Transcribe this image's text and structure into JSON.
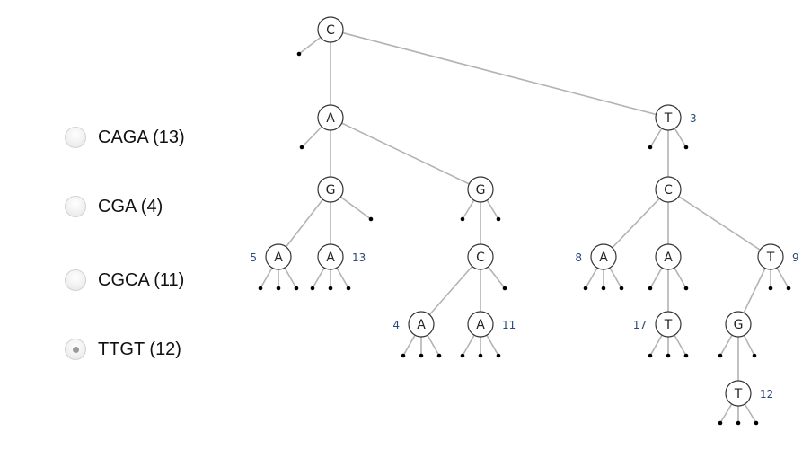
{
  "options": [
    {
      "label": "CAGA (13)",
      "selected": false
    },
    {
      "label": "CGA (4)",
      "selected": false
    },
    {
      "label": "CGCA (11)",
      "selected": false
    },
    {
      "label": "TTGT (12)",
      "selected": true
    }
  ],
  "tree": {
    "nodes": [
      {
        "id": "n0",
        "letter": "C"
      },
      {
        "id": "n1",
        "letter": "A",
        "parent": "n0"
      },
      {
        "id": "n2",
        "letter": "T",
        "parent": "n0",
        "count": "3"
      },
      {
        "id": "n3",
        "letter": "G",
        "parent": "n1"
      },
      {
        "id": "n4",
        "letter": "G",
        "parent": "n1"
      },
      {
        "id": "n5",
        "letter": "C",
        "parent": "n2"
      },
      {
        "id": "n6",
        "letter": "A",
        "parent": "n3",
        "count": "5"
      },
      {
        "id": "n7",
        "letter": "A",
        "parent": "n3",
        "count": "13"
      },
      {
        "id": "n8",
        "letter": "C",
        "parent": "n4"
      },
      {
        "id": "n9",
        "letter": "A",
        "parent": "n5",
        "count": "8"
      },
      {
        "id": "n10",
        "letter": "A",
        "parent": "n5"
      },
      {
        "id": "n11",
        "letter": "T",
        "parent": "n5",
        "count": "9"
      },
      {
        "id": "n12",
        "letter": "A",
        "parent": "n8",
        "count": "4"
      },
      {
        "id": "n13",
        "letter": "A",
        "parent": "n8",
        "count": "11"
      },
      {
        "id": "n14",
        "letter": "T",
        "parent": "n10",
        "count": "17"
      },
      {
        "id": "n15",
        "letter": "G",
        "parent": "n11"
      },
      {
        "id": "n16",
        "letter": "T",
        "parent": "n15",
        "count": "12"
      }
    ]
  }
}
